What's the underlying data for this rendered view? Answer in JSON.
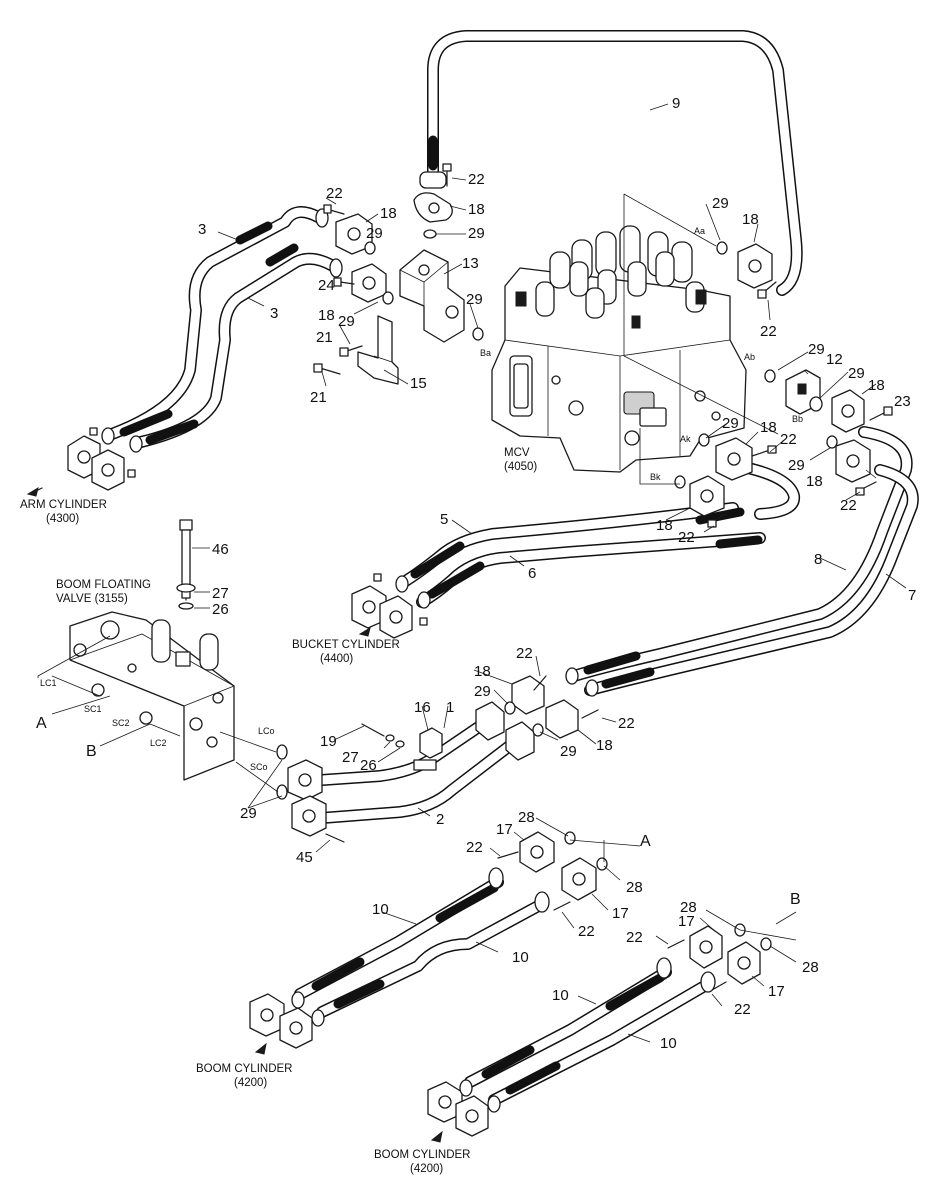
{
  "captions": {
    "arm_cylinder": "ARM CYLINDER",
    "arm_cylinder_ref": "(4300)",
    "boom_floating_valve_line1": "BOOM FLOATING",
    "boom_floating_valve_line2": "VALVE (3155)",
    "bucket_cylinder": "BUCKET CYLINDER",
    "bucket_cylinder_ref": "(4400)",
    "boom_cylinder": "BOOM CYLINDER",
    "boom_cylinder_ref": "(4200)",
    "mcv": "MCV",
    "mcv_ref": "(4050)"
  },
  "ports": {
    "aa": "Aa",
    "ba": "Ba",
    "ab": "Ab",
    "bb": "Bb",
    "ak": "Ak",
    "bk": "Bk",
    "lc1": "LC1",
    "sc1": "SC1",
    "sc2": "SC2",
    "lc2": "LC2",
    "lco": "LCo",
    "sco": "SCo"
  },
  "refs": {
    "a": "A",
    "b": "B"
  },
  "callouts": {
    "p1": "1",
    "p2": "2",
    "p3": "3",
    "p5": "5",
    "p6": "6",
    "p7": "7",
    "p8": "8",
    "p9": "9",
    "p10": "10",
    "p12": "12",
    "p13": "13",
    "p15": "15",
    "p16": "16",
    "p17": "17",
    "p18": "18",
    "p19": "19",
    "p21": "21",
    "p22": "22",
    "p23": "23",
    "p24": "24",
    "p26": "26",
    "p27": "27",
    "p28": "28",
    "p29": "29",
    "p45": "45",
    "p46": "46"
  }
}
